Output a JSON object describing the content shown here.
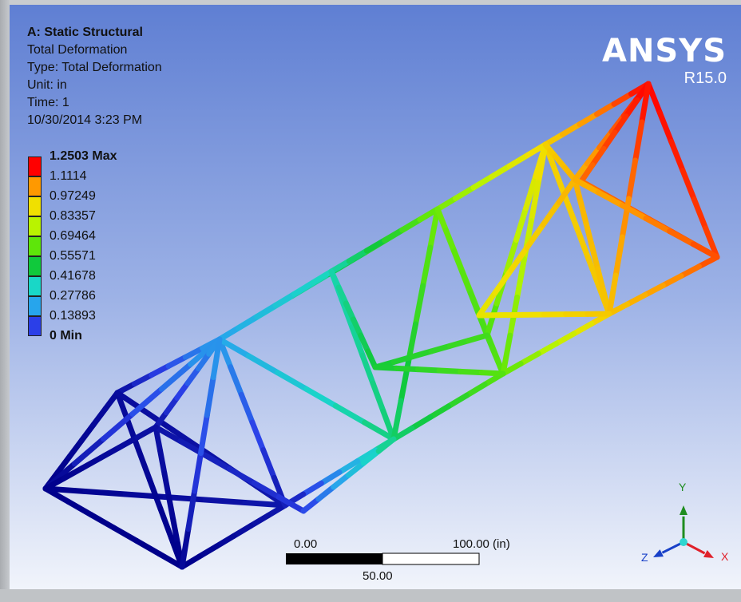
{
  "info": {
    "title": "A: Static Structural",
    "result": "Total Deformation",
    "type": "Type: Total Deformation",
    "unit": "Unit: in",
    "time": "Time: 1",
    "timestamp": "10/30/2014 3:23 PM"
  },
  "brand": {
    "name": "ANSYS",
    "version": "R15.0"
  },
  "legend": [
    {
      "label": "1.2503 Max",
      "color": "#ff0000",
      "bold": true
    },
    {
      "label": "1.1114",
      "color": "#ff9900"
    },
    {
      "label": "0.97249",
      "color": "#f0e000"
    },
    {
      "label": "0.83357",
      "color": "#b9f300"
    },
    {
      "label": "0.69464",
      "color": "#5ee60a"
    },
    {
      "label": "0.55571",
      "color": "#10c93c"
    },
    {
      "label": "0.41678",
      "color": "#19d7c7"
    },
    {
      "label": "0.27786",
      "color": "#27a5ec"
    },
    {
      "label": "0.13893",
      "color": "#2b3fe8"
    },
    {
      "label": "0 Min",
      "color": "#00008b",
      "bold": true
    }
  ],
  "scale_bar": {
    "left": "0.00",
    "right": "100.00 (in)",
    "middle": "50.00"
  },
  "triad": {
    "x": "X",
    "y": "Y",
    "z": "Z",
    "x_color": "#e0202a",
    "y_color": "#1f8d1f",
    "z_color": "#1840c8"
  }
}
